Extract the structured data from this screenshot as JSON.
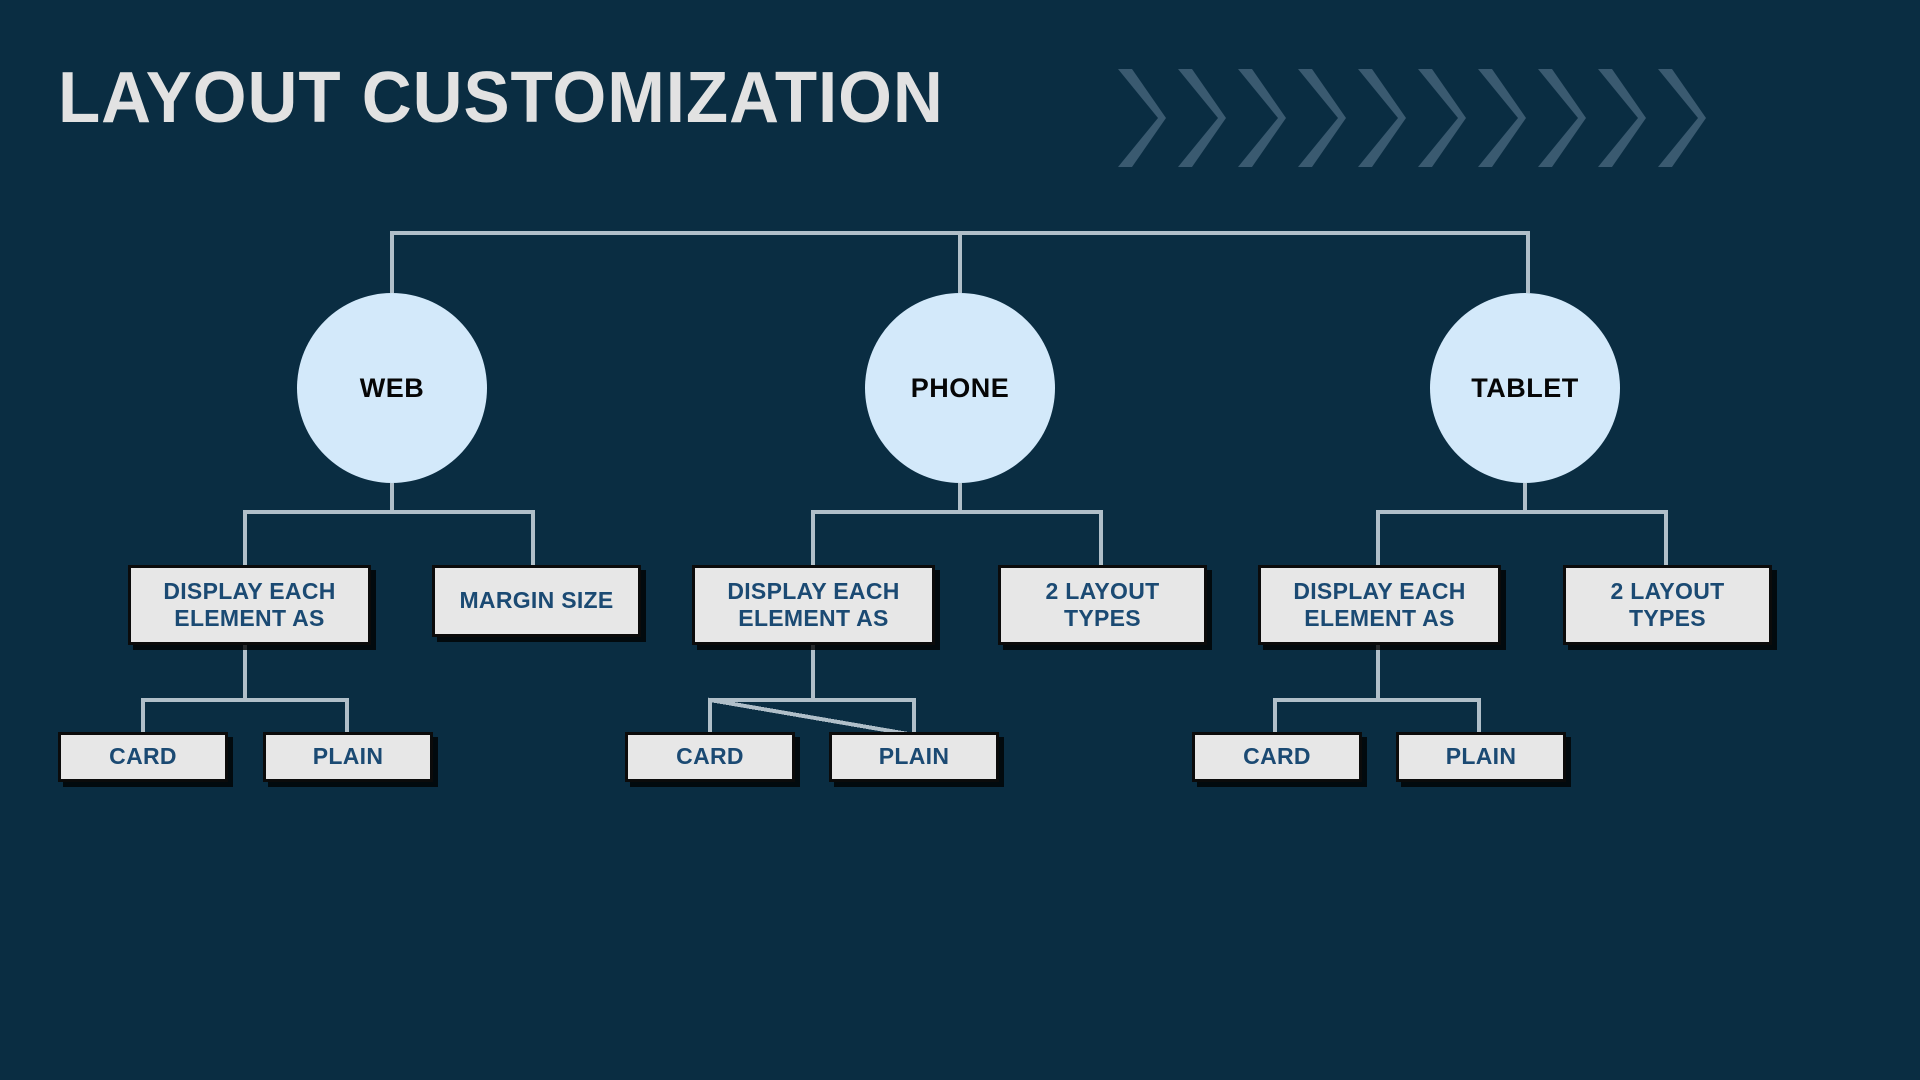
{
  "page": {
    "title": "LAYOUT CUSTOMIZATION",
    "background_color": "#0a2d42",
    "title_color": "#e2e2e2",
    "node_circle_color": "#d3e9fa",
    "box_fill_color": "#e7e7e7",
    "box_text_color": "#1b4a73",
    "connector_color": "#b0bfc9",
    "chevron_color": "#3a5a70",
    "chevron_count": 10
  },
  "diagram_data": {
    "type": "tree",
    "root_label": "LAYOUT CUSTOMIZATION",
    "branches": [
      {
        "id": "web",
        "label": "WEB",
        "children": [
          {
            "id": "web-display",
            "label": "DISPLAY EACH ELEMENT AS",
            "lines": [
              "DISPLAY EACH",
              "ELEMENT AS"
            ],
            "children": [
              {
                "id": "web-card",
                "label": "CARD",
                "lines": [
                  "CARD"
                ]
              },
              {
                "id": "web-plain",
                "label": "PLAIN",
                "lines": [
                  "PLAIN"
                ]
              }
            ]
          },
          {
            "id": "web-margin",
            "label": "MARGIN SIZE",
            "lines": [
              "MARGIN SIZE"
            ],
            "children": []
          }
        ]
      },
      {
        "id": "phone",
        "label": "PHONE",
        "children": [
          {
            "id": "phone-display",
            "label": "DISPLAY EACH ELEMENT AS",
            "lines": [
              "DISPLAY EACH",
              "ELEMENT AS"
            ],
            "children": [
              {
                "id": "phone-card",
                "label": "CARD",
                "lines": [
                  "CARD"
                ]
              },
              {
                "id": "phone-plain",
                "label": "PLAIN",
                "lines": [
                  "PLAIN"
                ]
              }
            ]
          },
          {
            "id": "phone-layouts",
            "label": "2 LAYOUT TYPES",
            "lines": [
              "2 LAYOUT",
              "TYPES"
            ],
            "children": []
          }
        ]
      },
      {
        "id": "tablet",
        "label": "TABLET",
        "children": [
          {
            "id": "tablet-display",
            "label": "DISPLAY EACH ELEMENT AS",
            "lines": [
              "DISPLAY EACH",
              "ELEMENT AS"
            ],
            "children": [
              {
                "id": "tablet-card",
                "label": "CARD",
                "lines": [
                  "CARD"
                ]
              },
              {
                "id": "tablet-plain",
                "label": "PLAIN",
                "lines": [
                  "PLAIN"
                ]
              }
            ]
          },
          {
            "id": "tablet-layouts",
            "label": "2 LAYOUT TYPES",
            "lines": [
              "2 LAYOUT",
              "TYPES"
            ],
            "children": []
          }
        ]
      }
    ]
  },
  "nodes": {
    "web": {
      "label": "WEB"
    },
    "phone": {
      "label": "PHONE"
    },
    "tablet": {
      "label": "TABLET"
    },
    "web_display_l1": {
      "text": "DISPLAY EACH"
    },
    "web_display_l2": {
      "text": "ELEMENT AS"
    },
    "web_margin": {
      "text": "MARGIN SIZE"
    },
    "web_card": {
      "text": "CARD"
    },
    "web_plain": {
      "text": "PLAIN"
    },
    "phone_display_l1": {
      "text": "DISPLAY EACH"
    },
    "phone_display_l2": {
      "text": "ELEMENT AS"
    },
    "phone_layout_l1": {
      "text": "2 LAYOUT"
    },
    "phone_layout_l2": {
      "text": "TYPES"
    },
    "phone_card": {
      "text": "CARD"
    },
    "phone_plain": {
      "text": "PLAIN"
    },
    "tablet_display_l1": {
      "text": "DISPLAY EACH"
    },
    "tablet_display_l2": {
      "text": "ELEMENT AS"
    },
    "tablet_layout_l1": {
      "text": "2 LAYOUT"
    },
    "tablet_layout_l2": {
      "text": "TYPES"
    },
    "tablet_card": {
      "text": "CARD"
    },
    "tablet_plain": {
      "text": "PLAIN"
    }
  }
}
